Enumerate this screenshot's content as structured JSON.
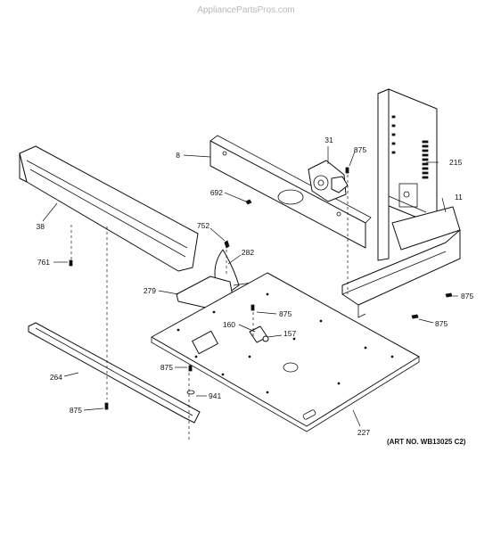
{
  "watermark": "AppliancePartsPros.com",
  "art_number": "(ART NO. WB13025 C2)",
  "callouts": {
    "c8": "8",
    "c31": "31",
    "c875_top": "875",
    "c215": "215",
    "c11": "11",
    "c692": "692",
    "c38": "38",
    "c752": "752",
    "c282": "282",
    "c761": "761",
    "c279": "279",
    "c875_mid": "875",
    "c875_r1": "875",
    "c875_r2": "875",
    "c160": "160",
    "c157": "157",
    "c264": "264",
    "c875_l1": "875",
    "c941": "941",
    "c875_l2": "875",
    "c227": "227"
  }
}
